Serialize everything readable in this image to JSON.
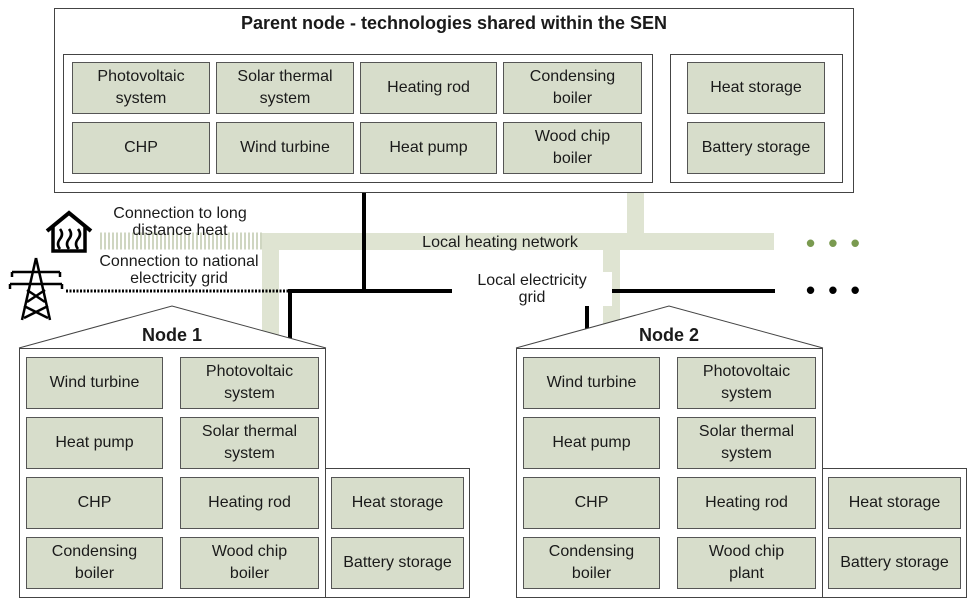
{
  "parent": {
    "title": "Parent node - technologies shared within the SEN",
    "tech": [
      "Photovoltaic\nsystem",
      "Solar thermal\nsystem",
      "Heating rod",
      "Condensing\nboiler",
      "CHP",
      "Wind turbine",
      "Heat pump",
      "Wood chip\nboiler"
    ],
    "storage": [
      "Heat storage",
      "Battery storage"
    ]
  },
  "node1": {
    "title": "Node 1",
    "tech": [
      "Wind turbine",
      "Photovoltaic\nsystem",
      "Heat pump",
      "Solar thermal\nsystem",
      "CHP",
      "Heating rod",
      "Condensing\nboiler",
      "Wood chip\nboiler"
    ],
    "storage": [
      "Heat storage",
      "Battery storage"
    ]
  },
  "node2": {
    "title": "Node 2",
    "tech": [
      "Wind turbine",
      "Photovoltaic\nsystem",
      "Heat pump",
      "Solar thermal\nsystem",
      "CHP",
      "Heating rod",
      "Condensing\nboiler",
      "Wood chip\nplant"
    ],
    "storage": [
      "Heat storage",
      "Battery storage"
    ]
  },
  "labels": {
    "long_distance_heat": "Connection to long\ndistance heat",
    "national_grid": "Connection to national\nelectricity grid",
    "heating_network": "Local heating network",
    "electricity_grid": "Local electricity\ngrid",
    "heat_dots": "• • •",
    "elec_dots": "• • •"
  },
  "icons": {
    "heat": "house-heat-icon",
    "grid": "power-pylon-icon"
  },
  "colors": {
    "box_fill": "#d7ddcb",
    "heat_line": "#dfe4d2",
    "heat_dots": "#7a9a50",
    "elec_line": "#000000"
  }
}
